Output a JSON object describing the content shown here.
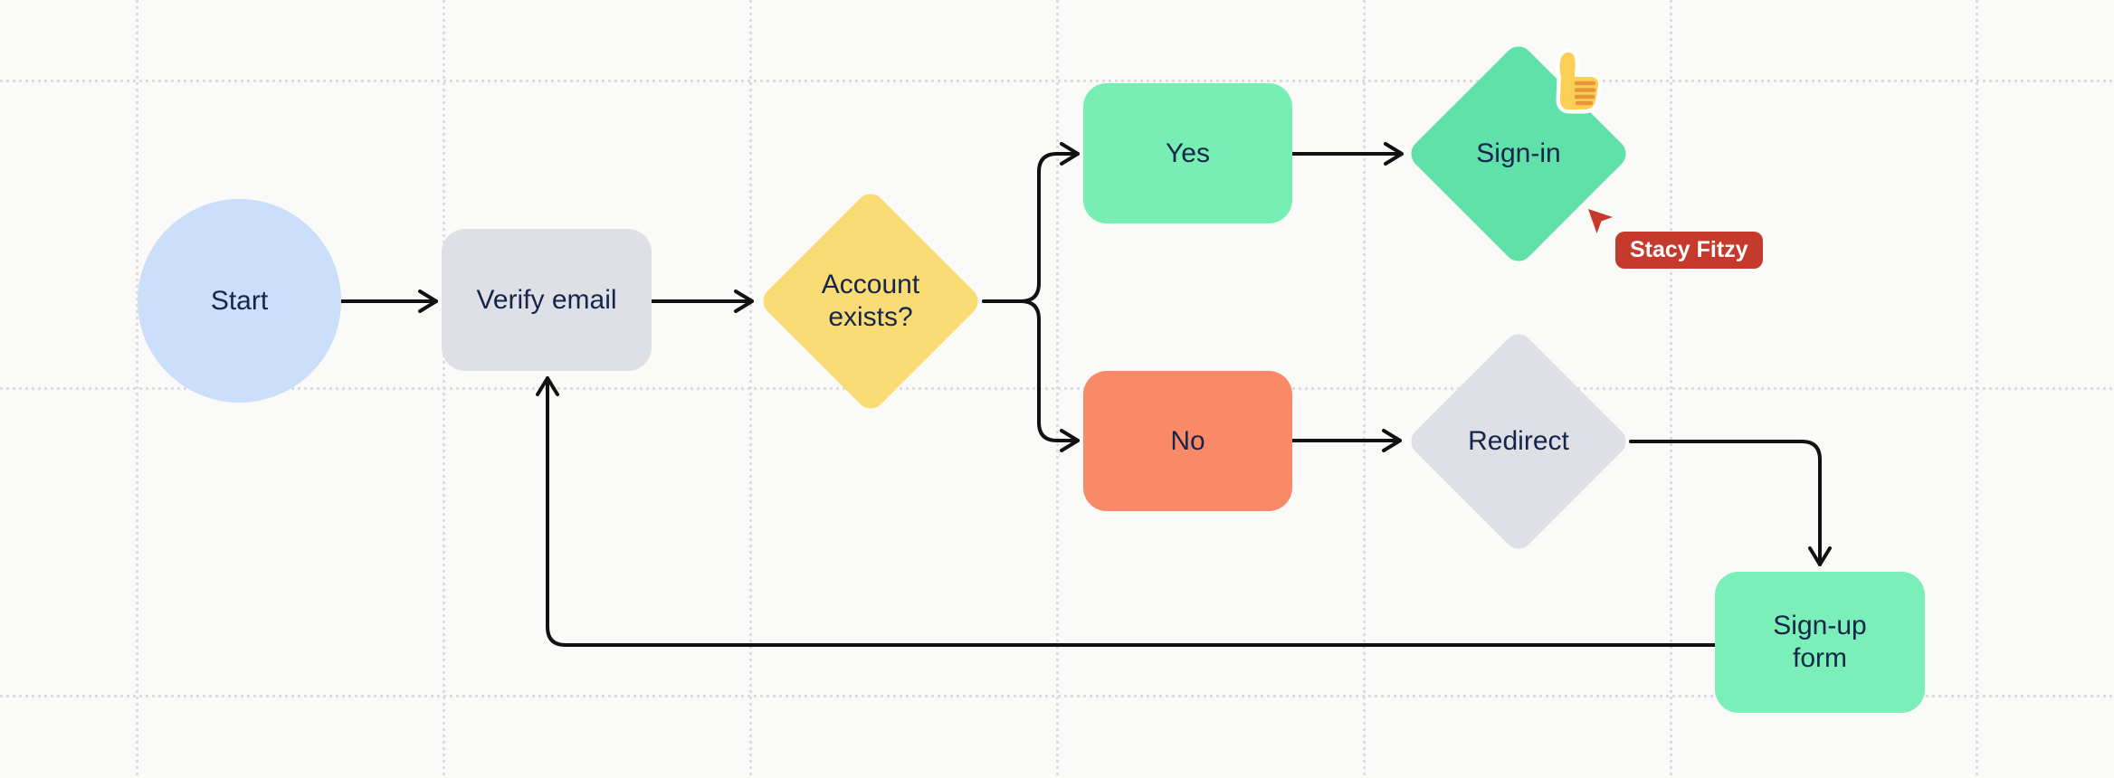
{
  "app": {
    "type": "collaborative-whiteboard-flowchart"
  },
  "theme": {
    "background": "#FAFAF8",
    "grid_color": "#DCDCDE",
    "text_color": "#16254C",
    "line_color": "#111111"
  },
  "nodes": [
    {
      "id": "start",
      "label": "Start",
      "shape": "circle",
      "fill": "#CBDEFA"
    },
    {
      "id": "verify-email",
      "label": "Verify email",
      "shape": "rounded-rect",
      "fill": "#DEE0E6"
    },
    {
      "id": "account-exists",
      "label": "Account exists?",
      "shape": "diamond",
      "fill": "#FADC75"
    },
    {
      "id": "yes",
      "label": "Yes",
      "shape": "rounded-rect",
      "fill": "#76EEB4"
    },
    {
      "id": "sign-in",
      "label": "Sign-in",
      "shape": "diamond",
      "fill": "#5FE1A9"
    },
    {
      "id": "no",
      "label": "No",
      "shape": "rounded-rect",
      "fill": "#FA8A67"
    },
    {
      "id": "redirect",
      "label": "Redirect",
      "shape": "diamond",
      "fill": "#DEE0E6"
    },
    {
      "id": "sign-up-form",
      "label": "Sign-up form",
      "shape": "rounded-rect",
      "fill": "#7AEFB7"
    }
  ],
  "edges": [
    {
      "from": "start",
      "to": "verify-email"
    },
    {
      "from": "verify-email",
      "to": "account-exists"
    },
    {
      "from": "account-exists",
      "to": "yes"
    },
    {
      "from": "account-exists",
      "to": "no"
    },
    {
      "from": "yes",
      "to": "sign-in"
    },
    {
      "from": "no",
      "to": "redirect"
    },
    {
      "from": "redirect",
      "to": "sign-up-form"
    },
    {
      "from": "sign-up-form",
      "to": "verify-email"
    }
  ],
  "sticker": {
    "name": "thumbs-up",
    "attached_to": "sign-in"
  },
  "collaborator": {
    "name": "Stacy Fitzy",
    "color": "#C53A2C"
  }
}
